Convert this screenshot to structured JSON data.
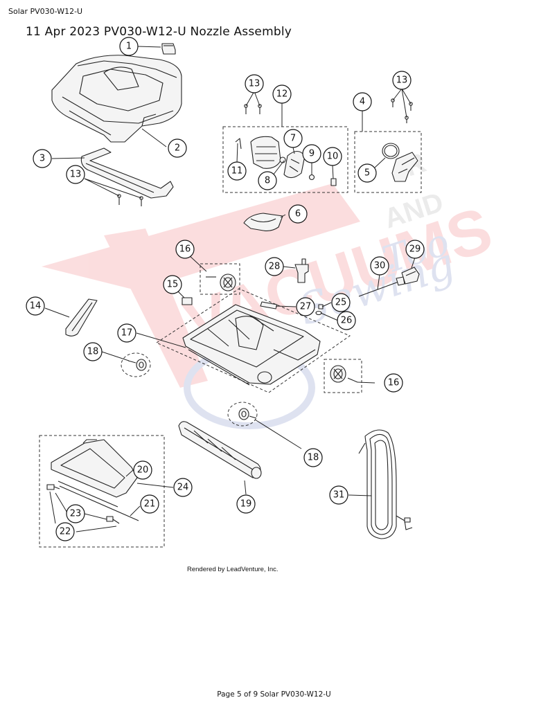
{
  "header": {
    "top_label": "Solar PV030-W12-U",
    "title": "11 Apr 2023 PV030-W12-U Nozzle Assembly"
  },
  "watermark": {
    "brand": "VACUUMS",
    "words": [
      "R",
      "AND",
      "Sewing",
      "Too"
    ]
  },
  "callouts": [
    "1",
    "2",
    "3",
    "13",
    "13",
    "13",
    "12",
    "7",
    "9",
    "10",
    "11",
    "8",
    "4",
    "5",
    "6",
    "16",
    "28",
    "29",
    "30",
    "15",
    "14",
    "27",
    "25",
    "26",
    "17",
    "18",
    "16",
    "18",
    "20",
    "24",
    "21",
    "23",
    "22",
    "19",
    "31"
  ],
  "render_note": "Rendered by LeadVenture, Inc.",
  "footer": "Page 5 of 9 Solar PV030-W12-U",
  "colors": {
    "watermark_red": "#e8343a",
    "watermark_blue": "#3a4fa8",
    "line": "#222222"
  }
}
